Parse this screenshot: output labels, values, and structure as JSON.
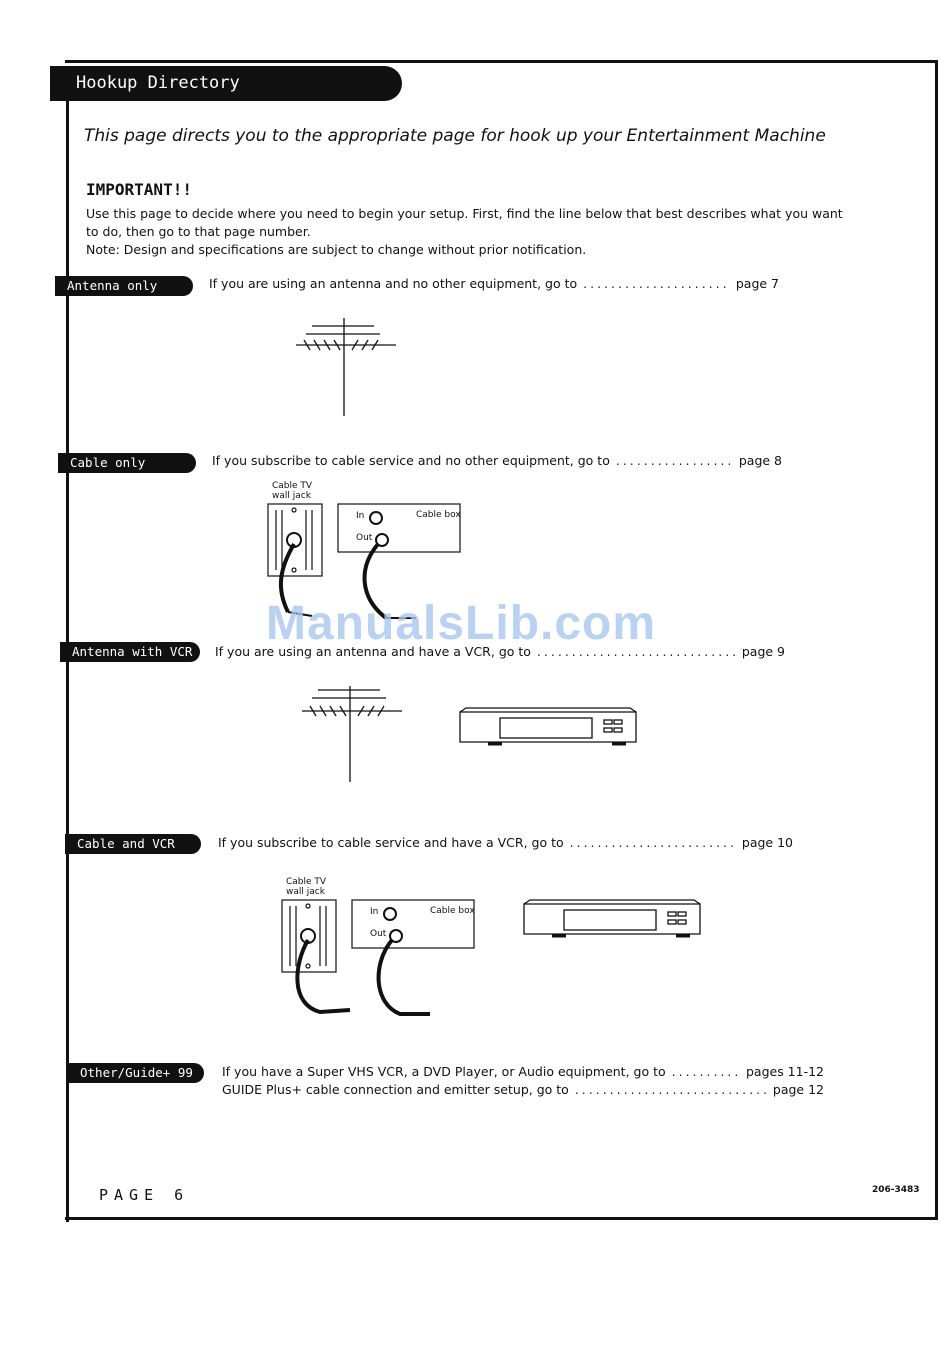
{
  "header": {
    "title": "Hookup Directory"
  },
  "intro": "This page directs you to the appropriate page for hook up your Entertainment Machine",
  "important": {
    "heading": "IMPORTANT!!",
    "line1": "Use this page to decide where you need to begin your setup. First, find the line below that best describes what you want",
    "line2": "to do, then go to that page number.",
    "line3": "Note: Design and specifications are subject to change without prior notification."
  },
  "sections": [
    {
      "label": "Antenna only",
      "text": "If you are using an antenna and no other equipment, go to",
      "page": "page 7"
    },
    {
      "label": "Cable only",
      "text": "If you subscribe to cable service and no other equipment, go to",
      "page": "page 8"
    },
    {
      "label": "Antenna with VCR",
      "text": "If you are using an antenna and have a VCR, go to",
      "page": "page 9"
    },
    {
      "label": "Cable and VCR",
      "text": "If you subscribe to cable service and have a VCR, go to",
      "page": "page 10"
    },
    {
      "label": "Other/Guide+ 99",
      "text": "If you have a Super VHS VCR, a DVD Player, or Audio equipment, go to",
      "page": "pages 11-12",
      "text2": "GUIDE Plus+ cable connection and emitter setup, go to",
      "page2": "page 12"
    }
  ],
  "diagram_labels": {
    "wall_jack_line1": "Cable TV",
    "wall_jack_line2": "wall jack",
    "box_in": "In",
    "box_out": "Out",
    "box_name": "Cable box"
  },
  "footer": {
    "page": "PAGE 6",
    "docnum": "206-3483"
  },
  "watermark": "ManualsLib.com"
}
